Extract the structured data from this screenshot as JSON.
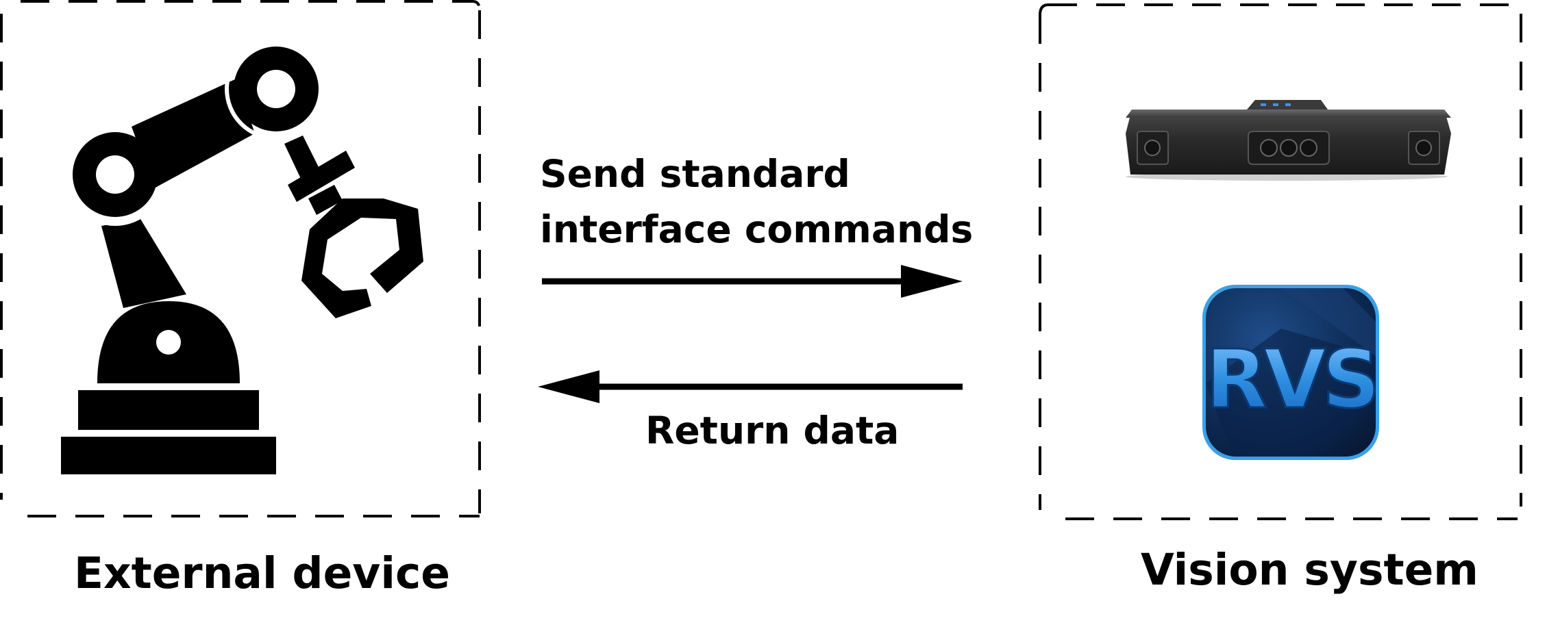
{
  "diagram": {
    "left_box": {
      "label": "External device",
      "icon": "robot-arm-icon"
    },
    "right_box": {
      "label": "Vision system",
      "camera_icon": "3d-camera-icon",
      "logo_icon": "rvs-logo-icon",
      "logo_text": "RVS"
    },
    "send_arrow": {
      "label_line1": "Send standard",
      "label_line2": "interface commands",
      "direction": "left-to-right"
    },
    "return_arrow": {
      "label": "Return data",
      "direction": "right-to-left"
    },
    "colors": {
      "stroke": "#000000",
      "background": "#ffffff",
      "logo_blue": "#2f8fe0",
      "logo_dark": "#0b2a52",
      "camera_body": "#2b2b2b"
    }
  }
}
